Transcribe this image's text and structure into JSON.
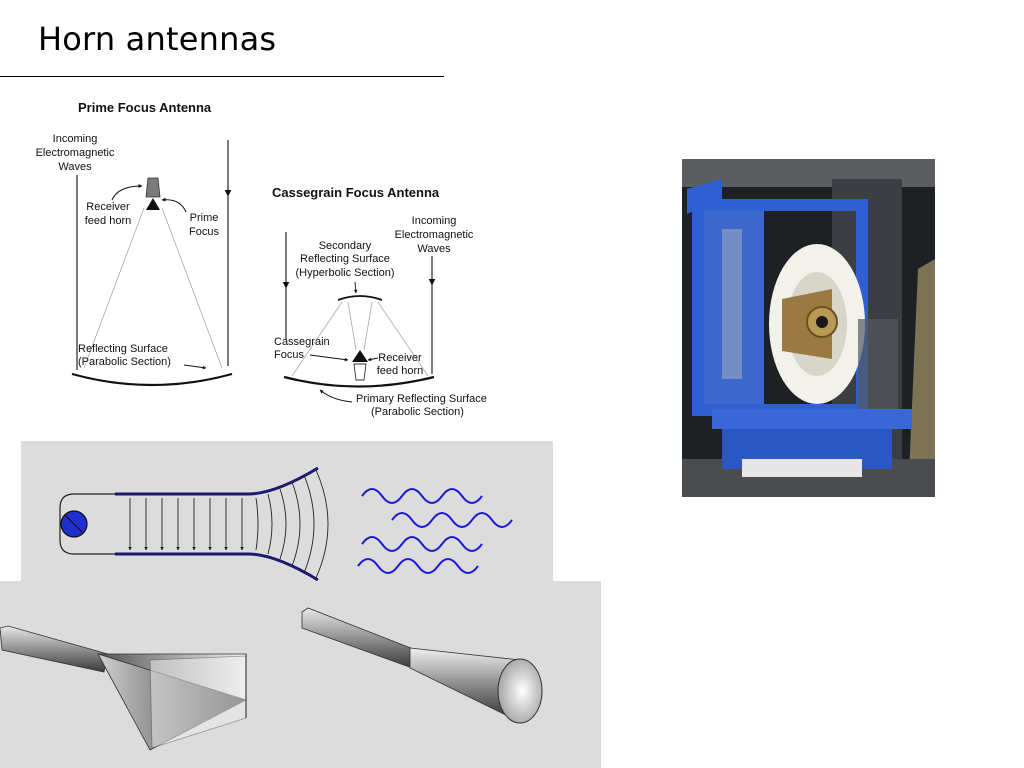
{
  "slide": {
    "title": "Horn antennas"
  },
  "prime_focus": {
    "heading": "Prime Focus Antenna",
    "incoming": [
      "Incoming",
      "Electromagnetic",
      "Waves"
    ],
    "receiver": [
      "Receiver",
      "feed horn"
    ],
    "prime_focus": [
      "Prime",
      "Focus"
    ],
    "reflecting": [
      "Reflecting Surface",
      "(Parabolic Section)"
    ]
  },
  "cassegrain": {
    "heading": "Cassegrain Focus Antenna",
    "incoming": [
      "Incoming",
      "Electromagnetic",
      "Waves"
    ],
    "secondary": [
      "Secondary",
      "Reflecting Surface",
      "(Hyperbolic Section)"
    ],
    "focus": [
      "Cassegrain",
      "Focus"
    ],
    "receiver": [
      "Receiver",
      "feed horn"
    ],
    "primary": [
      "Primary Reflecting Surface",
      "(Parabolic Section)"
    ]
  },
  "colors": {
    "panel_gray": "#dcdcdc",
    "wave_blue": "#1a1ad8",
    "frame_blue": "#2f5fd0"
  }
}
